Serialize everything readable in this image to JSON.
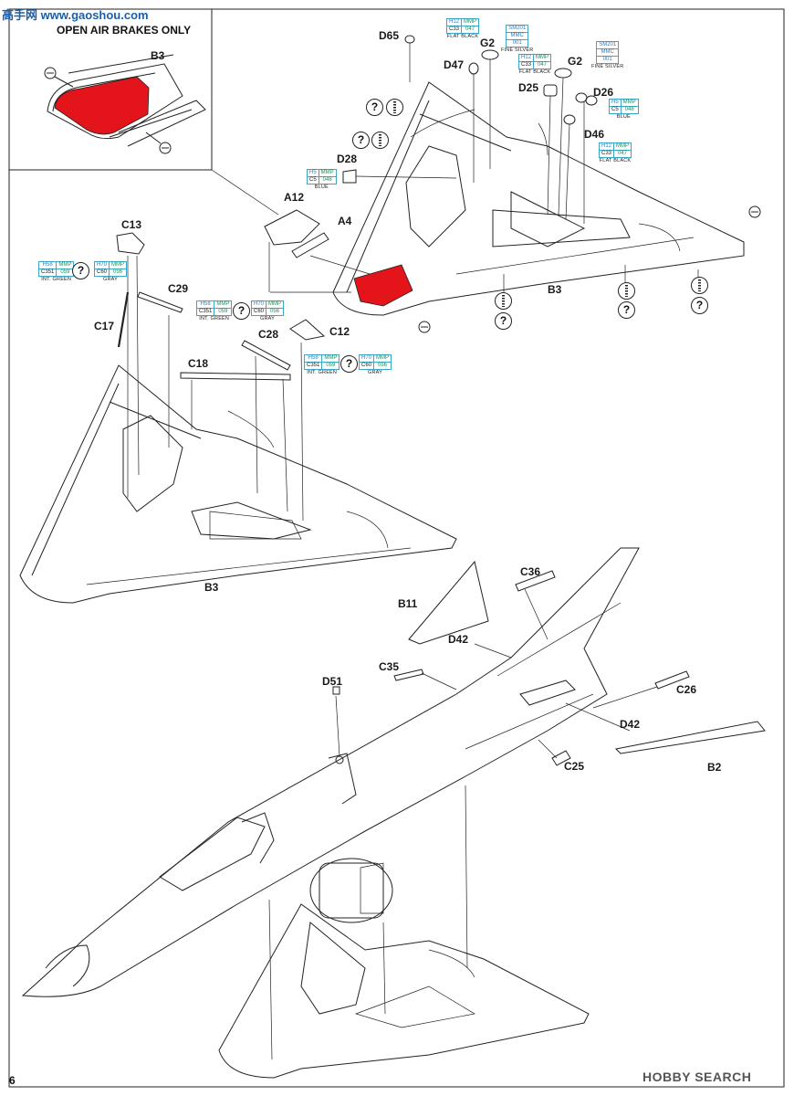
{
  "watermark_tl": "高手网 www.gaoshou.com",
  "inset_title": "OPEN AIR BRAKES ONLY",
  "page_number": "6",
  "watermark_br": "HOBBY SEARCH",
  "part_labels": {
    "b3_inset": "B3",
    "d65": "D65",
    "d47": "D47",
    "g2a": "G2",
    "g2b": "G2",
    "d25": "D25",
    "d26": "D26",
    "d46": "D46",
    "d28": "D28",
    "a12": "A12",
    "a4": "A4",
    "b3_upper": "B3",
    "c13": "C13",
    "c29": "C29",
    "c17": "C17",
    "c28": "C28",
    "c12": "C12",
    "c18": "C18",
    "b3_left": "B3",
    "c36": "C36",
    "b11": "B11",
    "d42a": "D42",
    "c35": "C35",
    "d51": "D51",
    "c26": "C26",
    "d42b": "D42",
    "c25": "C25",
    "b2": "B2"
  },
  "colors": {
    "flat_black": {
      "r1a": "H12",
      "r1b": "MMP",
      "r2a": "C33",
      "r2b": "047",
      "name": "FLAT BLACK"
    },
    "fine_silver": {
      "r1a": "SM201",
      "r2a": "MMC",
      "r3a": "001",
      "name": "FINE SILVER"
    },
    "blue": {
      "r1a": "H5",
      "r1b": "MMP",
      "r2a": "C5",
      "r2b": "048",
      "name": "BLUE"
    },
    "int_green": {
      "r1a": "H58",
      "r1b": "MMP",
      "r2a": "C351",
      "r2b": "059",
      "name": "INT. GREEN"
    },
    "gray": {
      "r1a": "H70",
      "r1b": "MMP",
      "r2a": "C60",
      "r2b": "056",
      "name": "GRAY"
    }
  },
  "highlight_color": "#e3141a",
  "icons": [
    "question-icon",
    "decal-icon"
  ]
}
